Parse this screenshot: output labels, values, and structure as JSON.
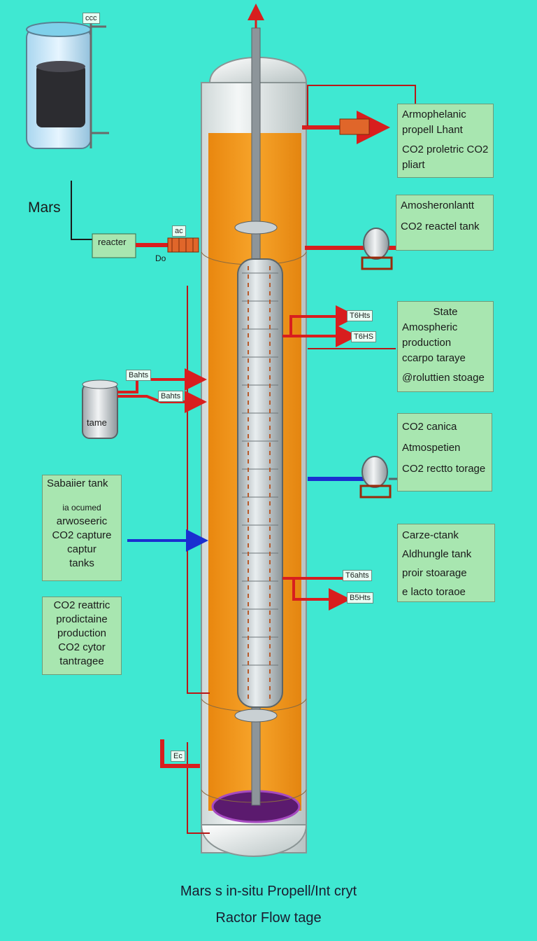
{
  "diagram": {
    "caption_line1": "Mars s in-situ Propell/Int cryt",
    "caption_line2": "Ractor Flow tage",
    "mars_label": "Mars",
    "reactor_label": "reacter",
    "d_label": "Do",
    "small_tank_label": "tame",
    "pipe_tags": {
      "top_valve": "ccc",
      "left_valve": "ac",
      "left_tank_a": "Bahts",
      "left_tank_b": "Bahts",
      "right_a": "T6Hts",
      "right_b": "T6HS",
      "right_c": "T6ahts",
      "right_d": "B5Hts",
      "bottom_valve": "Ec"
    },
    "boxes": {
      "atmospheric_plant": [
        "Armophelanic",
        "propell Lhant",
        "CO2 proletric CO2",
        "pliart"
      ],
      "co2_reactor_tank": [
        "Amosheronlantt",
        "CO2 reactel tank"
      ],
      "state_storage": [
        "State",
        "Amospheric",
        "production",
        "ccarpo taraye",
        "@roluttien stoage"
      ],
      "co2_canica": [
        "CO2 canica",
        "Atmospetien",
        "CO2 rectto torage"
      ],
      "carze_tank": [
        "Carze-ctank",
        "Aldhungle tank",
        "proir stoarage",
        "e lacto toraoe"
      ],
      "sabatier_tank": [
        "Sabaiier tank",
        "ia ocumed",
        "arwoseeric",
        "CO2 capture",
        "captur",
        "tanks"
      ],
      "co2_reactric": [
        "CO2 reattric",
        "prodictaine",
        "production",
        "CO2 cytor",
        "tantragee"
      ]
    }
  },
  "colors": {
    "background": "#3fe8d2",
    "fluid_orange": "#f49a18",
    "pipe_red": "#d81e1e",
    "pipe_blue": "#1a2fd0",
    "purple_pool": "#5b1a6e",
    "label_box": "#a8e6b0"
  }
}
